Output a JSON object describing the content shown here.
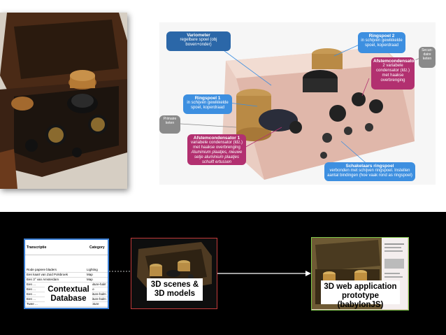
{
  "callouts": {
    "variometer": {
      "title": "Variometer",
      "text": "regelbare spoel (obj boven+onder)"
    },
    "ringspoel2": {
      "title": "Ringspoel 2",
      "text": "in schijven gewikkelde spoel, koperdraad"
    },
    "secundaire": {
      "text": "Secun- daire keten"
    },
    "afstem2": {
      "title": "Afstemcondensator",
      "text": "2 variabele condensator (ldz.) met haakse overbrenging"
    },
    "ringspoel1": {
      "title": "Ringspoel 1",
      "text": "in schijven gewikkelde spoel, koperdraad"
    },
    "primaire": {
      "text": "Primaire keten"
    },
    "afstem1": {
      "title": "Afstemcondensator 1",
      "text": "variabele condensator (ldz.) met haakse overbrenging",
      "italic": "Aluminium plaatjes, nieuwe setje aluminium plaatjes schuift ertussen"
    },
    "schakelaars": {
      "title": "Schakelaars ringspoel",
      "text": "verbonden met schijven ringspoel. Instellen aantal bindingen (hoe vaak rond as ringspoel)"
    }
  },
  "database": {
    "col_transcriptie": "Transcriptie",
    "col_category": "Category",
    "rows": [
      {
        "t": "Rode papiere bladers",
        "c": "Lighting"
      },
      {
        "t": "Een kaart van Zuid Polsbroek",
        "c": "Map"
      },
      {
        "t": "Een 3° van Amsterdam",
        "c": "Map"
      },
      {
        "t": "Een ... ",
        "c": "...nniture-halm"
      },
      {
        "t": "Een ...",
        "c": "...alle"
      },
      {
        "t": "Een ...",
        "c": "...rniture-halm"
      },
      {
        "t": "Een ...",
        "c": "...rniture-halm"
      },
      {
        "t": "Twee ...",
        "c": "...ulpture"
      }
    ]
  },
  "pipeline": {
    "label1": "Contextual Database",
    "label2": "3D scenes & 3D models",
    "label3": "3D web application prototype (babylonJS)"
  },
  "colors": {
    "blue": "#3d8fe0",
    "magenta": "#b23070",
    "grey": "#8a8a8a",
    "pipeline_border_blue": "#3a7fd6",
    "pipeline_border_red": "#c23a3a",
    "pipeline_border_green": "#7fc94a"
  }
}
